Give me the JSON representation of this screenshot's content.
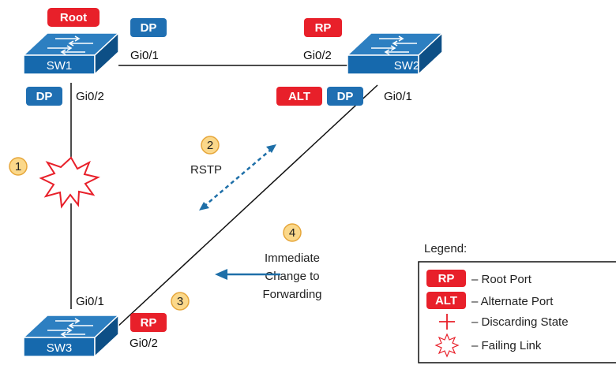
{
  "colors": {
    "red": "#e8202a",
    "blue": "#1f6fb2",
    "switch_top": "#2d7fc1",
    "switch_front": "#1669ad",
    "switch_side": "#0d4f86",
    "callout_fill": "#fbd88a",
    "callout_stroke": "#e6a63a",
    "arrow": "#1e6fa8"
  },
  "switches": {
    "sw1": {
      "name": "SW1",
      "icon": "switch-icon"
    },
    "sw2": {
      "name": "SW2",
      "icon": "switch-icon"
    },
    "sw3": {
      "name": "SW3",
      "icon": "switch-icon"
    }
  },
  "tags": {
    "sw1_root": "Root",
    "sw1_dp_gi01": "DP",
    "sw1_dp_gi02": "DP",
    "sw2_rp": "RP",
    "sw2_alt": "ALT",
    "sw2_dp": "DP",
    "sw3_rp": "RP"
  },
  "ports": {
    "sw1_gi01": "Gi0/1",
    "sw1_gi02": "Gi0/2",
    "sw2_gi02": "Gi0/2",
    "sw2_gi01": "Gi0/1",
    "sw3_gi01": "Gi0/1",
    "sw3_gi02": "Gi0/2"
  },
  "steps": {
    "s1": {
      "num": "1"
    },
    "s2": {
      "num": "2",
      "label": "RSTP"
    },
    "s3": {
      "num": "3"
    },
    "s4": {
      "num": "4",
      "lines": [
        "Immediate",
        "Change to",
        "Forwarding"
      ]
    }
  },
  "legend": {
    "title": "Legend:",
    "items": [
      {
        "badge": "RP",
        "text": "– Root Port"
      },
      {
        "badge": "ALT",
        "text": "– Alternate Port"
      },
      {
        "icon": "discarding-cross-icon",
        "text": "– Discarding State"
      },
      {
        "icon": "failing-link-burst-icon",
        "text": "– Failing Link"
      }
    ]
  }
}
